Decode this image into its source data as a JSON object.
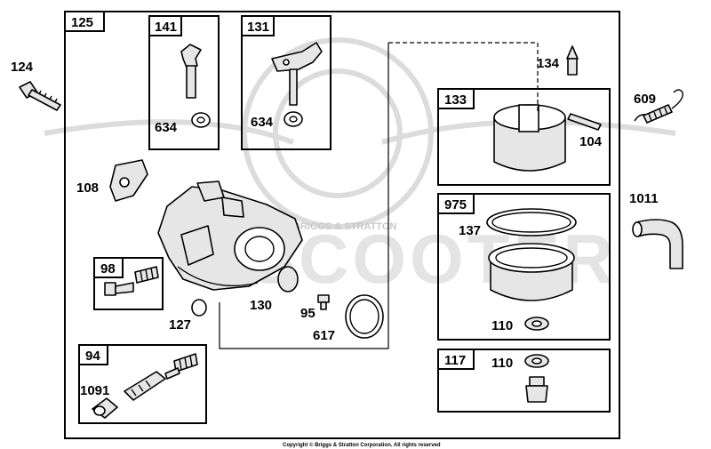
{
  "diagram": {
    "group_labels": {
      "g125": "125",
      "g141": "141",
      "g131": "131",
      "g133": "133",
      "g975": "975",
      "g117": "117",
      "g98": "98",
      "g94": "94"
    },
    "part_labels": {
      "p124": "124",
      "p634a": "634",
      "p634b": "634",
      "p134": "134",
      "p104": "104",
      "p609": "609",
      "p108": "108",
      "p1011": "1011",
      "p137": "137",
      "p110a": "110",
      "p110b": "110",
      "p127": "127",
      "p130": "130",
      "p95": "95",
      "p617": "617",
      "p1091": "1091"
    },
    "watermark": "SCOOTER",
    "watermark_small": "BRIGGS & STRATTON",
    "copyright": "Copyright © Briggs & Stratton Corporation. All rights reserved"
  }
}
